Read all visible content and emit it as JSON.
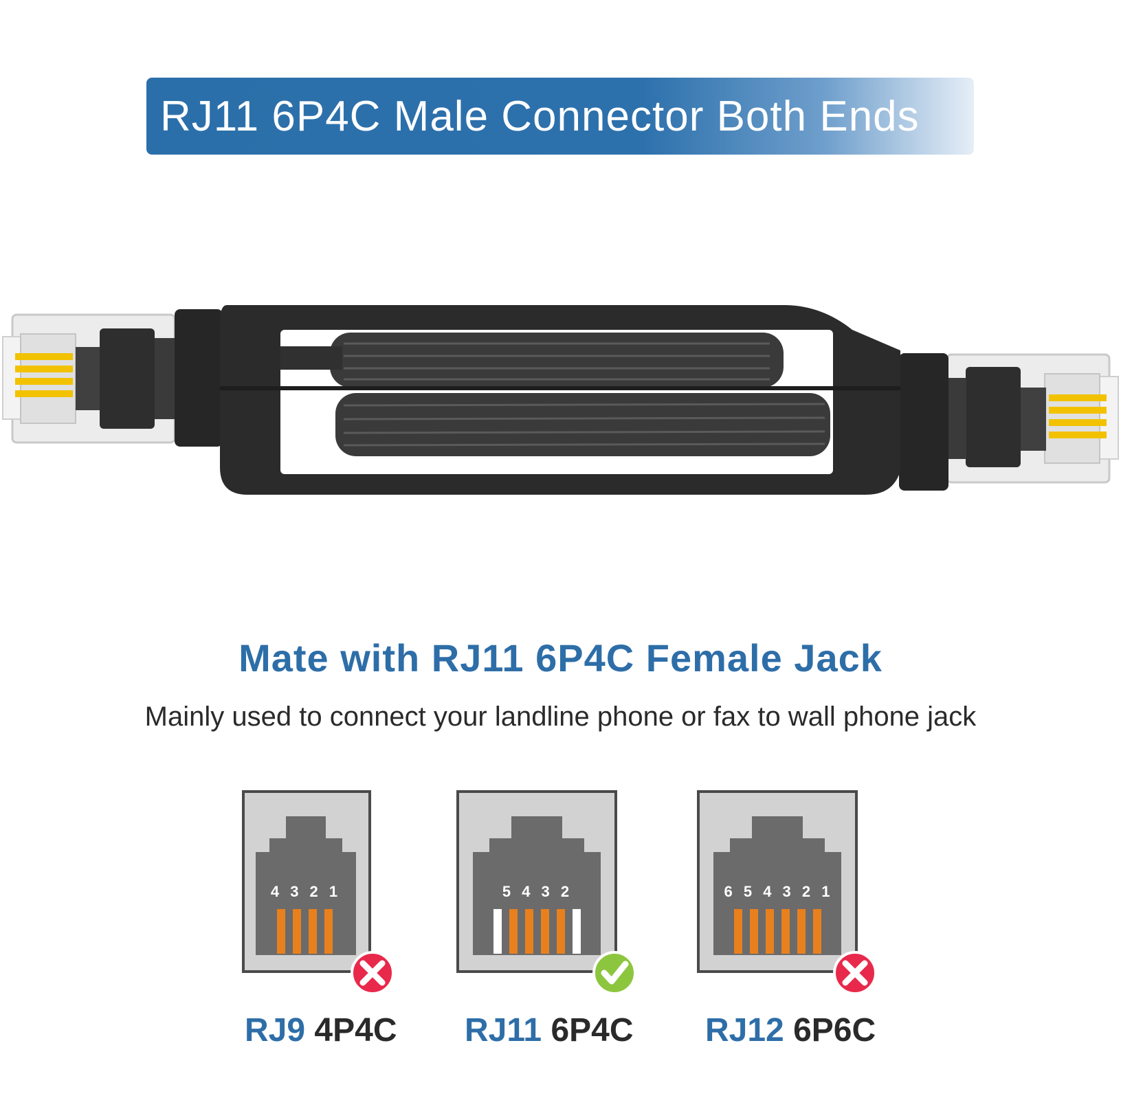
{
  "banner": {
    "text": "RJ11 6P4C Male Connector Both Ends"
  },
  "headline": {
    "text": "Mate with RJ11 6P4C Female Jack"
  },
  "subline": {
    "text": "Mainly used to connect your landline phone or fax to wall phone jack"
  },
  "jacks": [
    {
      "standard": "RJ9",
      "positions": "4P4C",
      "pins": "4 3 2 1",
      "compatible": false,
      "status_icon": "cross-icon"
    },
    {
      "standard": "RJ11",
      "positions": "6P4C",
      "pins": "5 4 3 2",
      "compatible": true,
      "status_icon": "check-icon"
    },
    {
      "standard": "RJ12",
      "positions": "6P6C",
      "pins": "6 5 4 3 2 1",
      "compatible": false,
      "status_icon": "cross-icon"
    }
  ],
  "colors": {
    "brand_blue": "#2e6ea8",
    "pin_orange": "#e8801e",
    "ok_green": "#8cc63f",
    "bad_red": "#e8294b",
    "jack_gray": "#6b6b6b"
  }
}
